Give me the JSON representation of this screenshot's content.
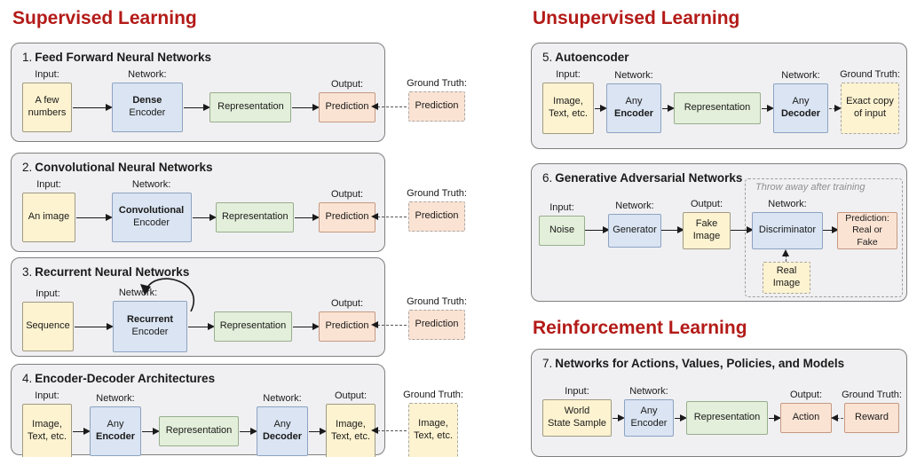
{
  "headings": {
    "supervised": "Supervised Learning",
    "unsupervised": "Unsupervised Learning",
    "reinforcement": "Reinforcement Learning"
  },
  "labels": {
    "input": "Input:",
    "network": "Network:",
    "output": "Output:",
    "ground_truth": "Ground Truth:"
  },
  "colors": {
    "heading_red": "#b31b18",
    "panel_bg": "#f0f0f2",
    "input_yellow": "#fdf3d0",
    "network_blue": "#dae4f2",
    "representation_green": "#e3efda",
    "prediction_orange": "#fbe3d3"
  },
  "panels": {
    "p1": {
      "num": "1.",
      "title": "Feed Forward Neural Networks",
      "input": "A few numbers",
      "network_bold": "Dense",
      "network_rest": "Encoder",
      "representation": "Representation",
      "output": "Prediction",
      "ground_truth": "Prediction"
    },
    "p2": {
      "num": "2.",
      "title": "Convolutional Neural Networks",
      "input": "An image",
      "network_bold": "Convolutional",
      "network_rest": "Encoder",
      "representation": "Representation",
      "output": "Prediction",
      "ground_truth": "Prediction"
    },
    "p3": {
      "num": "3.",
      "title": "Recurrent Neural Networks",
      "input": "Sequence",
      "network_bold": "Recurrent",
      "network_rest": "Encoder",
      "representation": "Representation",
      "output": "Prediction",
      "ground_truth": "Prediction"
    },
    "p4": {
      "num": "4.",
      "title": "Encoder-Decoder Architectures",
      "input": "Image, Text, etc.",
      "encoder_top": "Any",
      "encoder_bold": "Encoder",
      "representation": "Representation",
      "decoder_top": "Any",
      "decoder_bold": "Decoder",
      "output": "Image, Text, etc.",
      "ground_truth": "Image, Text, etc."
    },
    "p5": {
      "num": "5.",
      "title": "Autoencoder",
      "input": "Image, Text, etc.",
      "encoder_top": "Any",
      "encoder_bold": "Encoder",
      "representation": "Representation",
      "decoder_top": "Any",
      "decoder_bold": "Decoder",
      "ground_truth": "Exact copy of input"
    },
    "p6": {
      "num": "6.",
      "title": "Generative Adversarial Networks",
      "input": "Noise",
      "generator": "Generator",
      "fake_line1": "Fake",
      "fake_line2": "Image",
      "note": "Throw away after training",
      "discriminator": "Discriminator",
      "prediction_line1": "Prediction:",
      "prediction_line2": "Real or Fake",
      "real_line1": "Real",
      "real_line2": "Image"
    },
    "p7": {
      "num": "7.",
      "title": "Networks for Actions, Values, Policies, and Models",
      "input_line1": "World",
      "input_line2": "State Sample",
      "encoder_top": "Any",
      "encoder_rest": "Encoder",
      "representation": "Representation",
      "output": "Action",
      "ground_truth": "Reward"
    }
  }
}
